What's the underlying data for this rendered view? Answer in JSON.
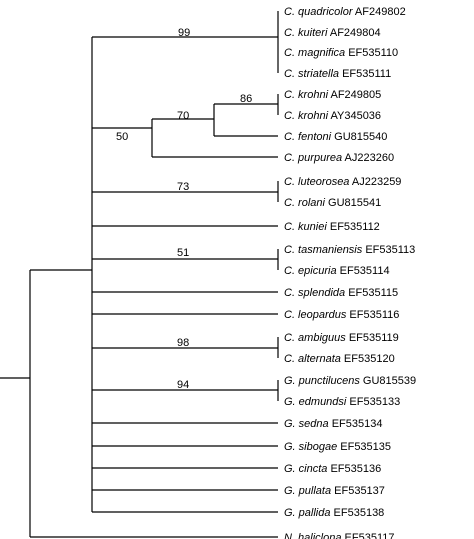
{
  "taxa": [
    {
      "species": "C. quadricolor",
      "accession": "AF249802"
    },
    {
      "species": "C. kuiteri",
      "accession": "AF249804"
    },
    {
      "species": "C. magnifica",
      "accession": "EF535110"
    },
    {
      "species": "C. striatella",
      "accession": "EF535111"
    },
    {
      "species": "C. krohni",
      "accession": "AF249805"
    },
    {
      "species": "C. krohni",
      "accession": "AY345036"
    },
    {
      "species": "C. fentoni",
      "accession": "GU815540"
    },
    {
      "species": "C. purpurea",
      "accession": "AJ223260"
    },
    {
      "species": "C. luteorosea",
      "accession": "AJ223259"
    },
    {
      "species": "C. rolani",
      "accession": "GU815541"
    },
    {
      "species": "C. kuniei",
      "accession": "EF535112"
    },
    {
      "species": "C. tasmaniensis",
      "accession": "EF535113"
    },
    {
      "species": "C. epicuria",
      "accession": "EF535114"
    },
    {
      "species": "C. splendida",
      "accession": "EF535115"
    },
    {
      "species": "C. leopardus",
      "accession": "EF535116"
    },
    {
      "species": "C. ambiguus",
      "accession": "EF535119"
    },
    {
      "species": "C. alternata",
      "accession": "EF535120"
    },
    {
      "species": "G. punctilucens",
      "accession": "GU815539"
    },
    {
      "species": "G. edmundsi",
      "accession": "EF535133"
    },
    {
      "species": "G. sedna",
      "accession": "EF535134"
    },
    {
      "species": "G. sibogae",
      "accession": "EF535135"
    },
    {
      "species": "G. cincta",
      "accession": "EF535136"
    },
    {
      "species": "G. pullata",
      "accession": "EF535137"
    },
    {
      "species": "G. pallida",
      "accession": "EF535138"
    },
    {
      "species": "N. haliclona",
      "accession": "EF535117"
    }
  ],
  "support_values": [
    "99",
    "86",
    "70",
    "50",
    "73",
    "51",
    "98",
    "94"
  ]
}
